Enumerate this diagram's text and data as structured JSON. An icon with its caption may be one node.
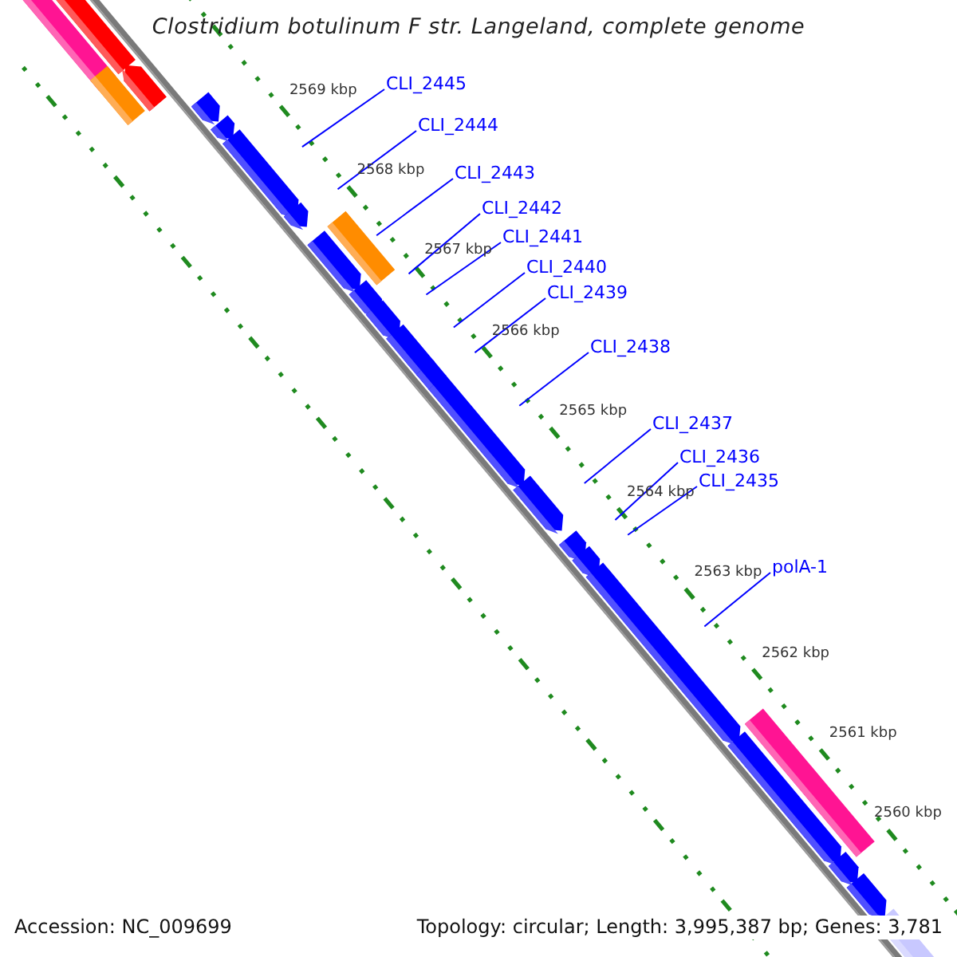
{
  "diagram": {
    "title": "Clostridium botulinum F str. Langeland, complete genome",
    "nodes": [
      {
        "text": [
          "CLI_2445"
        ]
      },
      {
        "text": [
          "CLI_2444"
        ]
      },
      {
        "text": [
          "CLI_2443"
        ]
      },
      {
        "text": [
          "CLI_2442"
        ]
      },
      {
        "text": [
          "CLI_2441"
        ]
      },
      {
        "text": [
          "CLI_2440"
        ]
      },
      {
        "text": [
          "CLI_2439"
        ]
      },
      {
        "text": [
          "CLI_2438"
        ]
      },
      {
        "text": [
          "CLI_2437"
        ]
      },
      {
        "text": [
          "CLI_2436"
        ]
      },
      {
        "text": [
          "CLI_2435"
        ]
      },
      {
        "text": [
          "polA-1"
        ]
      }
    ],
    "edges": [
      {
        "from": 0,
        "to": null,
        "arrow": "none"
      },
      {
        "from": 1,
        "to": null,
        "arrow": "none"
      },
      {
        "from": 2,
        "to": null,
        "arrow": "none"
      },
      {
        "from": 3,
        "to": null,
        "arrow": "none"
      },
      {
        "from": 4,
        "to": null,
        "arrow": "none"
      },
      {
        "from": 5,
        "to": null,
        "arrow": "none"
      },
      {
        "from": 6,
        "to": null,
        "arrow": "none"
      },
      {
        "from": 7,
        "to": null,
        "arrow": "none"
      },
      {
        "from": 8,
        "to": null,
        "arrow": "none"
      },
      {
        "from": 9,
        "to": null,
        "arrow": "none"
      },
      {
        "from": 10,
        "to": null,
        "arrow": "none"
      },
      {
        "from": 11,
        "to": null,
        "arrow": "none"
      }
    ],
    "labels": [
      "2569 kbp",
      "2568 kbp",
      "2567 kbp",
      "2566 kbp",
      "2565 kbp",
      "2564 kbp",
      "2563 kbp",
      "2562 kbp",
      "2561 kbp",
      "2560 kbp",
      "Accession: NC_009699",
      "Topology: circular; Length: 3,995,387 bp; Genes: 3,781"
    ]
  }
}
